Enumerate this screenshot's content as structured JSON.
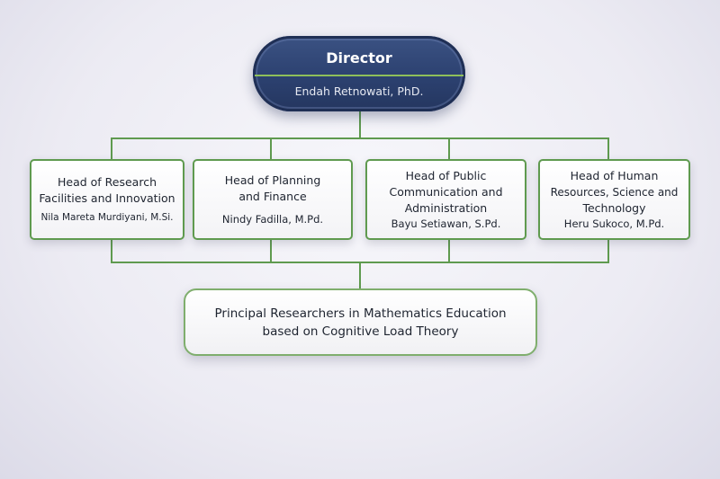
{
  "director": {
    "title": "Director",
    "name": "Endah Retnowati, PhD."
  },
  "heads": [
    {
      "title_lines": [
        "Head of Research",
        "Facilities and Innovation"
      ],
      "name": "Nila Mareta Murdiyani, M.Si."
    },
    {
      "title_lines": [
        "Head of Planning",
        "and Finance"
      ],
      "name": "Nindy Fadilla, M.Pd."
    },
    {
      "title_lines": [
        "Head of Public",
        "Communication and",
        "Administration"
      ],
      "name": "Bayu Setiawan, S.Pd."
    },
    {
      "title_lines": [
        "Head of Human",
        "Resources, Science and",
        "Technology"
      ],
      "name": "Heru Sukoco, M.Pd."
    }
  ],
  "bottom": {
    "lines": [
      "Principal Researchers in Mathematics Education",
      "based on Cognitive Load Theory"
    ]
  },
  "colors": {
    "connector": "#5f9a4f",
    "director_bg": "#2c4170"
  }
}
